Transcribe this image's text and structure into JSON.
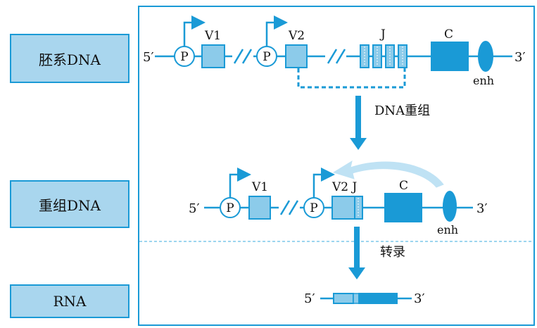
{
  "side_labels": {
    "germline": "胚系DNA",
    "recombined": "重组DNA",
    "rna": "RNA"
  },
  "germline": {
    "five_prime": "5′",
    "three_prime": "3′",
    "promoter": "P",
    "v1": "V1",
    "v2": "V2",
    "j": "J",
    "c": "C",
    "enh": "enh"
  },
  "step1": {
    "label": "DNA重组"
  },
  "recombined": {
    "five_prime": "5′",
    "three_prime": "3′",
    "promoter": "P",
    "v1": "V1",
    "v2j": "V2 J",
    "c": "C",
    "enh": "enh"
  },
  "step2": {
    "label": "转录"
  },
  "rna": {
    "five_prime": "5′",
    "three_prime": "3′"
  },
  "colors": {
    "line": "#1a9ad6",
    "segment_light": "#8ccbea",
    "segment_dark": "#1a9ad6",
    "label_bg": "#a9d6ee",
    "dashed_sep": "#7cc7ea"
  }
}
